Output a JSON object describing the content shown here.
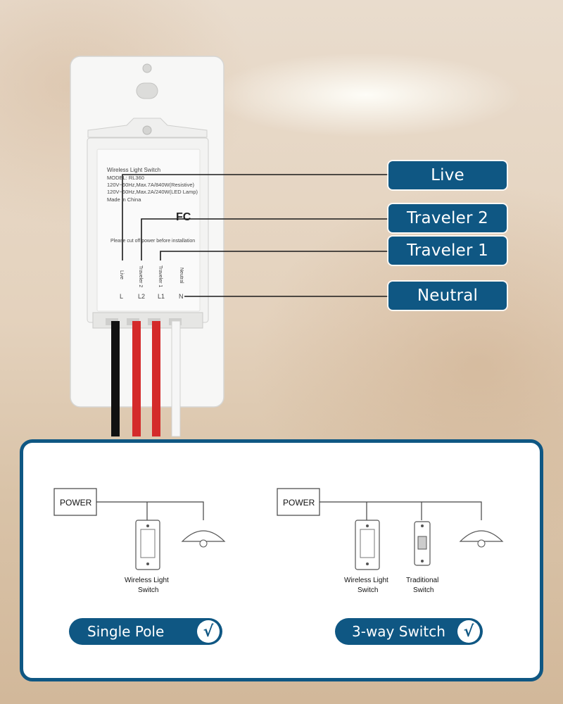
{
  "device": {
    "title": "Wireless Light Switch",
    "model": "MODEL: RL360",
    "spec1": "120V~60Hz,Max.7A/840W(Resistive)",
    "spec2": "120V~60Hz,Max.2A/240W(LED Lamp)",
    "origin": "Made in China",
    "fcc_mark": "FC",
    "warning": "Please cut off power before installation",
    "terminals": [
      {
        "name": "Live",
        "code": "L"
      },
      {
        "name": "Traveler 2",
        "code": "L2"
      },
      {
        "name": "Traveler 1",
        "code": "L1"
      },
      {
        "name": "Neutral",
        "code": "N"
      }
    ]
  },
  "callouts": [
    "Live",
    "Traveler 2",
    "Traveler 1",
    "Neutral"
  ],
  "diagrams": {
    "single_pole": {
      "power": "POWER",
      "switch_label_1": "Wireless Light",
      "switch_label_2": "Switch",
      "badge": "Single Pole"
    },
    "three_way": {
      "power": "POWER",
      "switch_label_1": "Wireless Light",
      "switch_label_2": "Switch",
      "trad_label_1": "Traditional",
      "trad_label_2": "Switch",
      "badge": "3-way Switch"
    },
    "check_symbol": "√"
  },
  "colors": {
    "accent": "#0f5783",
    "wire_live": "#111111",
    "wire_traveler": "#d42a2a",
    "wire_neutral": "#f4f4f4"
  }
}
